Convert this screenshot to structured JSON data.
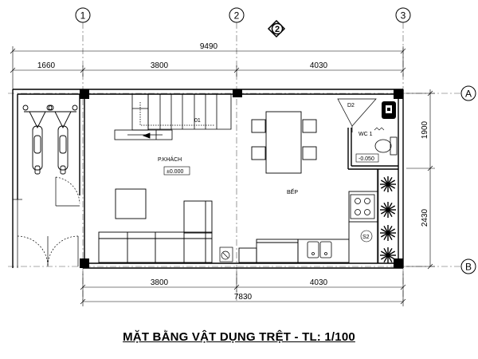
{
  "title": "MẶT BẰNG VẬT DỤNG TRỆT - TL: 1/100",
  "grid": {
    "axes_top": [
      "1",
      "2",
      "3"
    ],
    "axes_side": [
      "A",
      "B"
    ]
  },
  "orientation_mark": "2",
  "dimensions": {
    "top_total": "9490",
    "top_segments": [
      "1660",
      "3800",
      "4030"
    ],
    "right_segments": [
      "1900",
      "2430"
    ],
    "bottom_segments": [
      "3800",
      "4030"
    ],
    "bottom_total": "7830"
  },
  "rooms": {
    "living": "P.KHÁCH",
    "living_level": "±0.000",
    "kitchen": "BẾP",
    "wc": "WC 1",
    "wc_level": "-0.050"
  },
  "labels": {
    "stair_mark": "01",
    "door_d2": "D2",
    "door_s2": "S2"
  },
  "icons": [
    "motorbike-icon",
    "sofa-icon",
    "dining-table-icon",
    "stove-icon",
    "sink-icon",
    "toilet-icon",
    "plant-icon",
    "water-heater-icon"
  ]
}
